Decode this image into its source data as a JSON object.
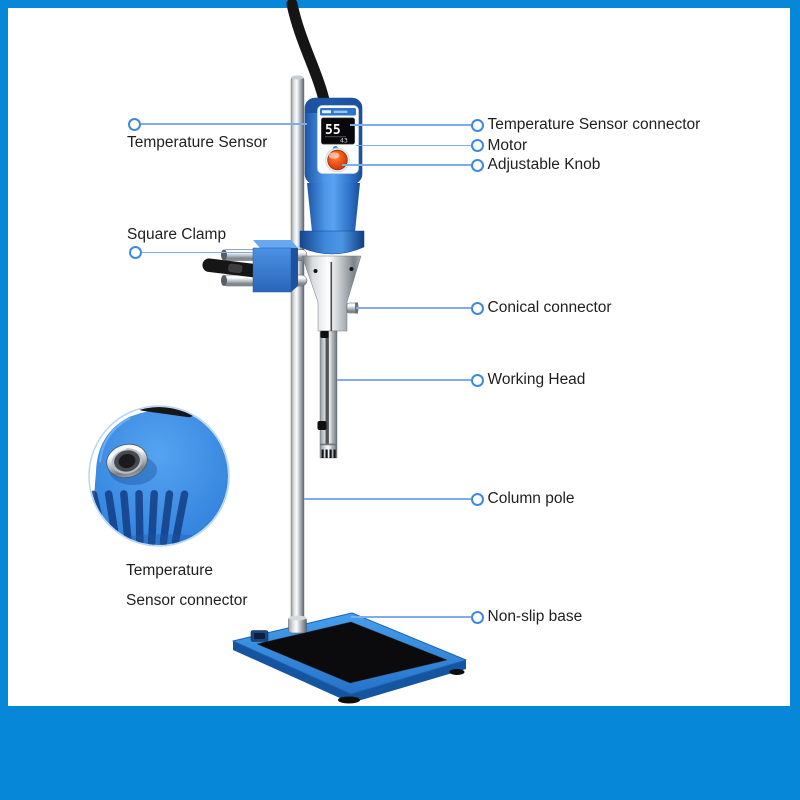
{
  "diagram_title": "Laboratory homogenizer stirrer part annotation diagram",
  "device": {
    "display_main": "55",
    "display_sub": "43"
  },
  "callouts": {
    "left": [
      {
        "label": "Temperature Sensor"
      },
      {
        "label": "Square Clamp"
      }
    ],
    "right": [
      {
        "label": "Temperature Sensor connector"
      },
      {
        "label": "Motor"
      },
      {
        "label": "Adjustable Knob"
      },
      {
        "label": "Conical connector"
      },
      {
        "label": "Working Head"
      },
      {
        "label": "Column pole"
      },
      {
        "label": "Non-slip base"
      }
    ]
  },
  "inset": {
    "caption_line1": "Temperature",
    "caption_line2": "Sensor connector"
  },
  "colors": {
    "frame_blue": "#0787d7",
    "leader_line_blue": "#7fadea",
    "marker_ring_blue": "#3f88e2",
    "label_text": "#1f1f1f",
    "device_body_blue": "#3b82d8",
    "knob_orange_red": "#e04a10",
    "base_blue": "#2e7fd4",
    "lcd_black": "#08080a"
  }
}
